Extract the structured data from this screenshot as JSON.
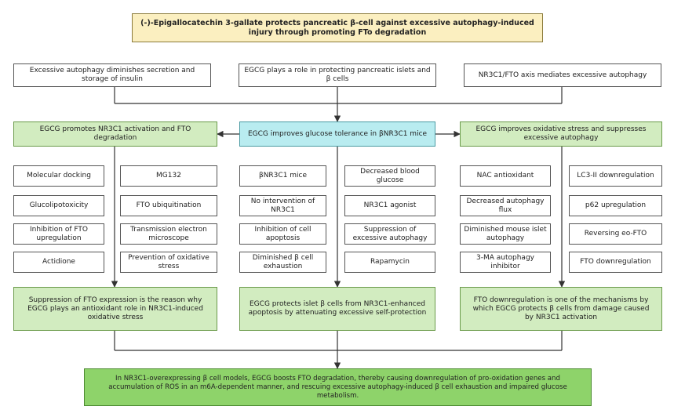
{
  "title": "(-)-Epigallocatechin 3-gallate protects pancreatic β-cell against excessive autophagy-induced injury through promoting FTo degradation",
  "top_boxes": [
    "Excessive autophagy diminishes secretion and storage of insulin",
    "EGCG plays a role in protecting pancreatic islets and β cells",
    "NR3C1/FTO axis mediates excessive autophagy"
  ],
  "center_box": "EGCG improves glucose tolerance in βNR3C1 mice",
  "left_box": "EGCG promotes NR3C1 activation and FTO degradation",
  "right_box": "EGCG improves oxidative stress and suppresses excessive autophagy",
  "left_col1": [
    "Molecular docking",
    "Glucolipotoxicity",
    "Inhibition of FTO upregulation",
    "Actidione"
  ],
  "left_col2": [
    "MG132",
    "FTO ubiquitination",
    "Transmission electron microscope",
    "Prevention of oxidative stress"
  ],
  "mid_col1": [
    "βNR3C1 mice",
    "No intervention of NR3C1",
    "Inhibition of cell apoptosis",
    "Diminished β cell exhaustion"
  ],
  "mid_col2": [
    "Decreased blood glucose",
    "NR3C1 agonist",
    "Suppression of excessive autophagy",
    "Rapamycin"
  ],
  "right_col1": [
    "NAC antioxidant",
    "Decreased autophagy flux",
    "Diminished mouse islet autophagy",
    "3-MA autophagy inhibitor"
  ],
  "right_col2": [
    "LC3-II downregulation",
    "p62 upregulation",
    "Reversing eo-FTO",
    "FTO downregulation"
  ],
  "conclusions": [
    "Suppression of FTO expression is the reason why EGCG plays an antioxidant role in NR3C1-induced oxidative stress",
    "EGCG protects islet β cells from NR3C1-enhanced apoptosis by attenuating excessive self-protection",
    "FTO downregulation is one of the mechanisms by which EGCG protects β cells from damage caused by NR3C1 activation"
  ],
  "final": "In NR3C1-overexpressing β cell models, EGCG boosts FTO degradation, thereby causing downregulation of pro-oxidation genes and accumulation of ROS in an m6A-dependent manner, and rescuing excessive autophagy-induced β cell exhaustion and impaired glucose metabolism."
}
